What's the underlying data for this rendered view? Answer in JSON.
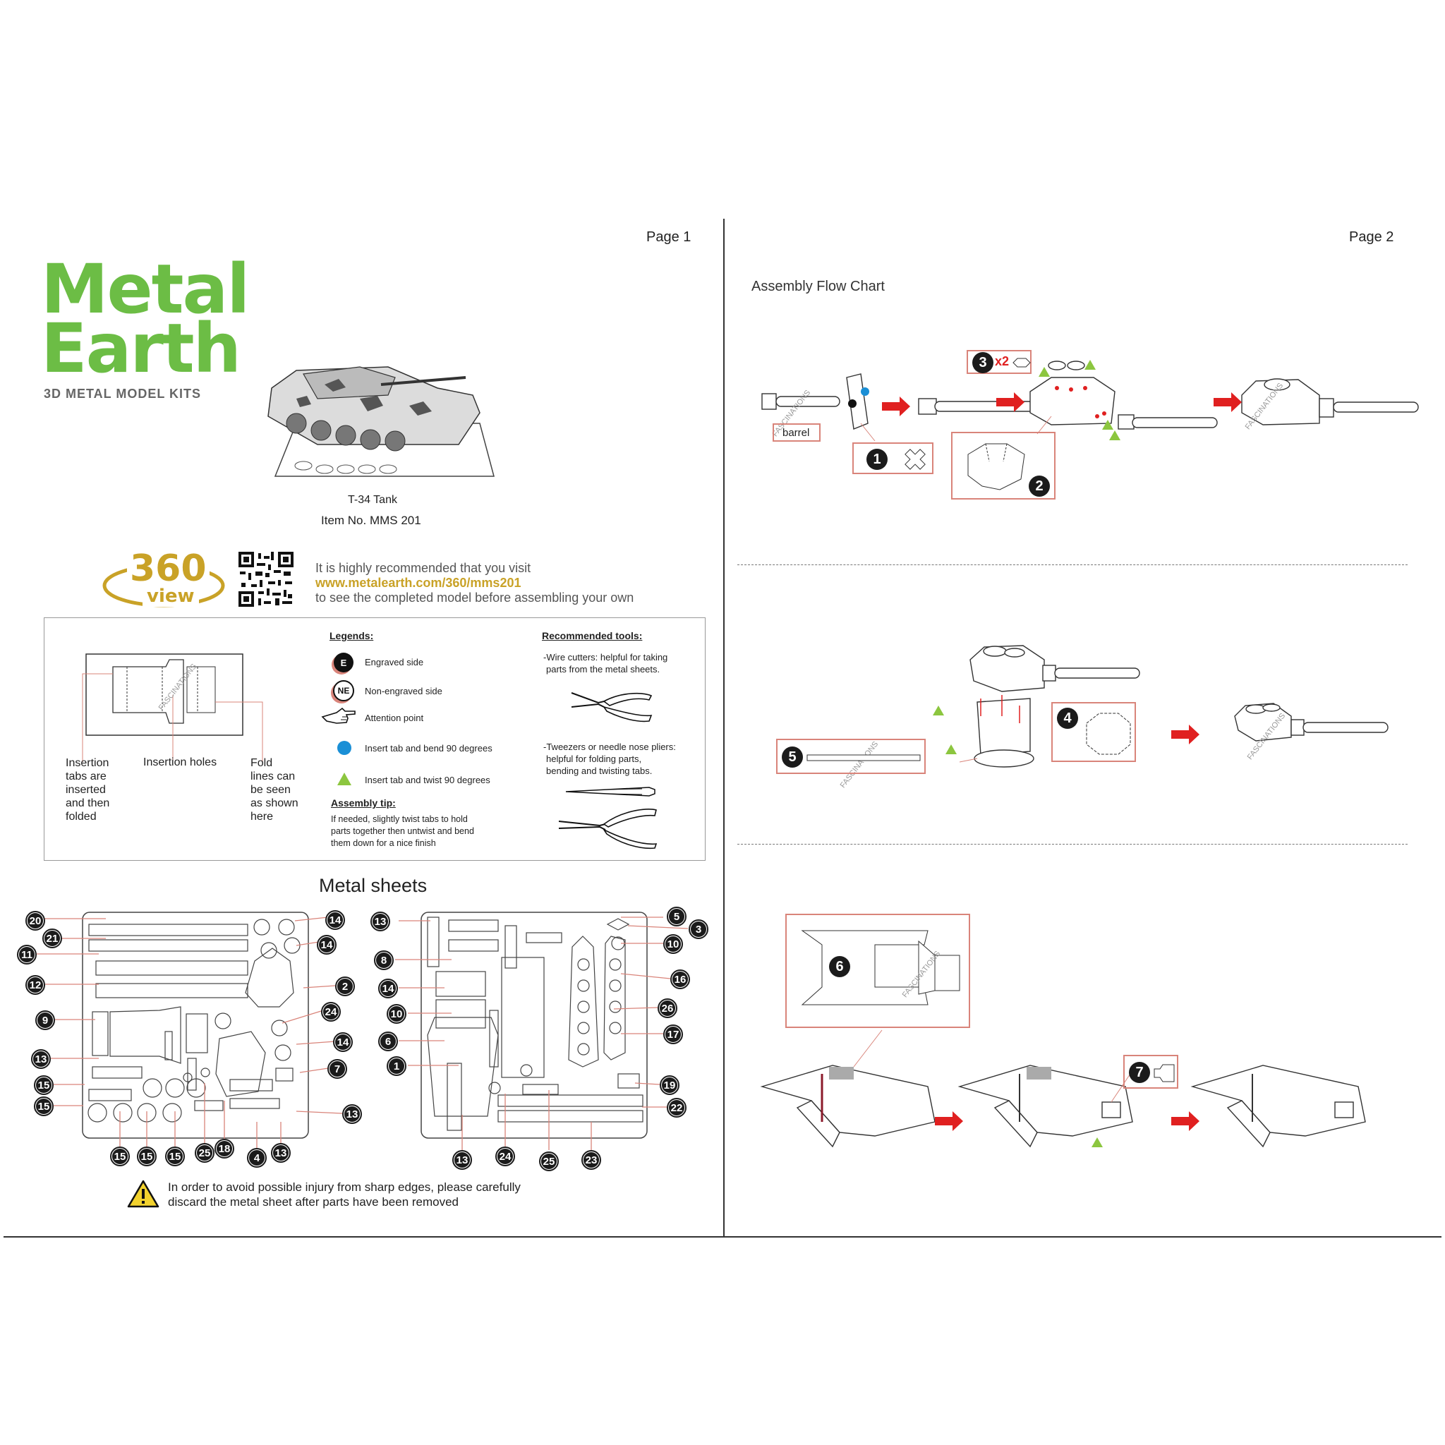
{
  "page1": {
    "page_label": "Page 1",
    "brand": {
      "line1": "Metal",
      "line2": "Earth",
      "tagline": "3D METAL MODEL KITS",
      "color": "#6cbd45"
    },
    "product": {
      "name": "T-34 Tank",
      "item": "Item  No.  MMS 201"
    },
    "badge": {
      "number": "360",
      "word": "view",
      "color": "#c9a227"
    },
    "visit": {
      "line1": "It is highly recommended that you visit",
      "url": "www.metalearth.com/360/mms201",
      "line3": "to see the completed model before assembling your own",
      "url_color": "#c9a227"
    },
    "legend_box": {
      "captions": {
        "tabs": [
          "Insertion",
          "tabs are",
          "inserted",
          "and then",
          "folded"
        ],
        "holes": "Insertion holes",
        "fold": [
          "Fold",
          "lines can",
          "be seen",
          "as shown",
          "here"
        ]
      },
      "legends_title": "Legends:",
      "legends": [
        {
          "icon": "E",
          "text": "Engraved side"
        },
        {
          "icon": "NE",
          "text": "Non-engraved side"
        },
        {
          "icon": "hand-pointer-icon",
          "text": "Attention point"
        },
        {
          "icon": "blue-dot-icon",
          "text": "Insert tab and bend 90 degrees",
          "color": "#1a8fd6"
        },
        {
          "icon": "green-triangle-icon",
          "text": "Insert tab and twist 90 degrees",
          "color": "#8cc63f"
        }
      ],
      "tip_title": "Assembly tip:",
      "tip": [
        "If needed, slightly twist tabs to hold",
        "parts together then untwist and bend",
        "them down for a nice finish"
      ],
      "tools_title": "Recommended tools:",
      "tool1": [
        "-Wire cutters: helpful for taking",
        "parts from the metal sheets."
      ],
      "tool2": [
        "-Tweezers or needle nose pliers:",
        "helpful for folding parts,",
        "bending and twisting tabs."
      ]
    },
    "sheets_title": "Metal sheets",
    "sheet_left_labels": {
      "left": [
        "20",
        "21",
        "11",
        "12",
        "9",
        "13",
        "15",
        "15"
      ],
      "right": [
        "14",
        "14",
        "2",
        "24",
        "14",
        "7",
        "13"
      ],
      "bottom": [
        "15",
        "15",
        "15",
        "25",
        "18",
        "4",
        "13"
      ]
    },
    "sheet_right_labels": {
      "left": [
        "13",
        "8",
        "14",
        "10",
        "6",
        "1"
      ],
      "right": [
        "5",
        "3",
        "10",
        "16",
        "26",
        "17",
        "19",
        "22"
      ],
      "bottom": [
        "13",
        "24",
        "25",
        "23"
      ]
    },
    "warning": [
      "In order to avoid possible injury from sharp edges, please carefully",
      "discard the metal sheet after parts have been removed"
    ],
    "watermark": "FASCINATIONS"
  },
  "page2": {
    "page_label": "Page 2",
    "title": "Assembly Flow Chart",
    "barrel_label": "barrel",
    "step_numbers": [
      "1",
      "2",
      "3",
      "4",
      "5",
      "6",
      "7"
    ],
    "times": "x2",
    "arrow_color": "#e02020"
  }
}
